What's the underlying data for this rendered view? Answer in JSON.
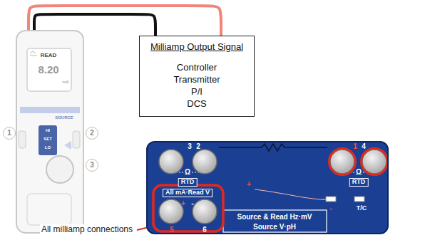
{
  "diagram": {
    "nodes": [
      {
        "text": [
          "READ",
          "8.20",
          "mA",
          "SOURCE",
          "HI",
          "SET",
          "LO"
        ]
      },
      {
        "text": [
          "Milliamp Output Signal",
          "Controller Transmitter P/I DCS"
        ]
      },
      {
        "text": [
          "3",
          "2",
          "1",
          "4",
          "Ω",
          "RTD",
          "Ω",
          "RTD",
          "All mA·Read V",
          "+",
          "-",
          "+",
          "-",
          "T/C",
          "5",
          "6",
          "Source & Read Hz·mV",
          "Source V·pH"
        ]
      }
    ],
    "edges": [
      {
        "from": 0,
        "to": 1,
        "arrow": "none"
      },
      {
        "from": 0,
        "to": 1,
        "arrow": "none"
      }
    ],
    "labels": [
      "1",
      "2",
      "3",
      "All milliamp connections"
    ]
  }
}
